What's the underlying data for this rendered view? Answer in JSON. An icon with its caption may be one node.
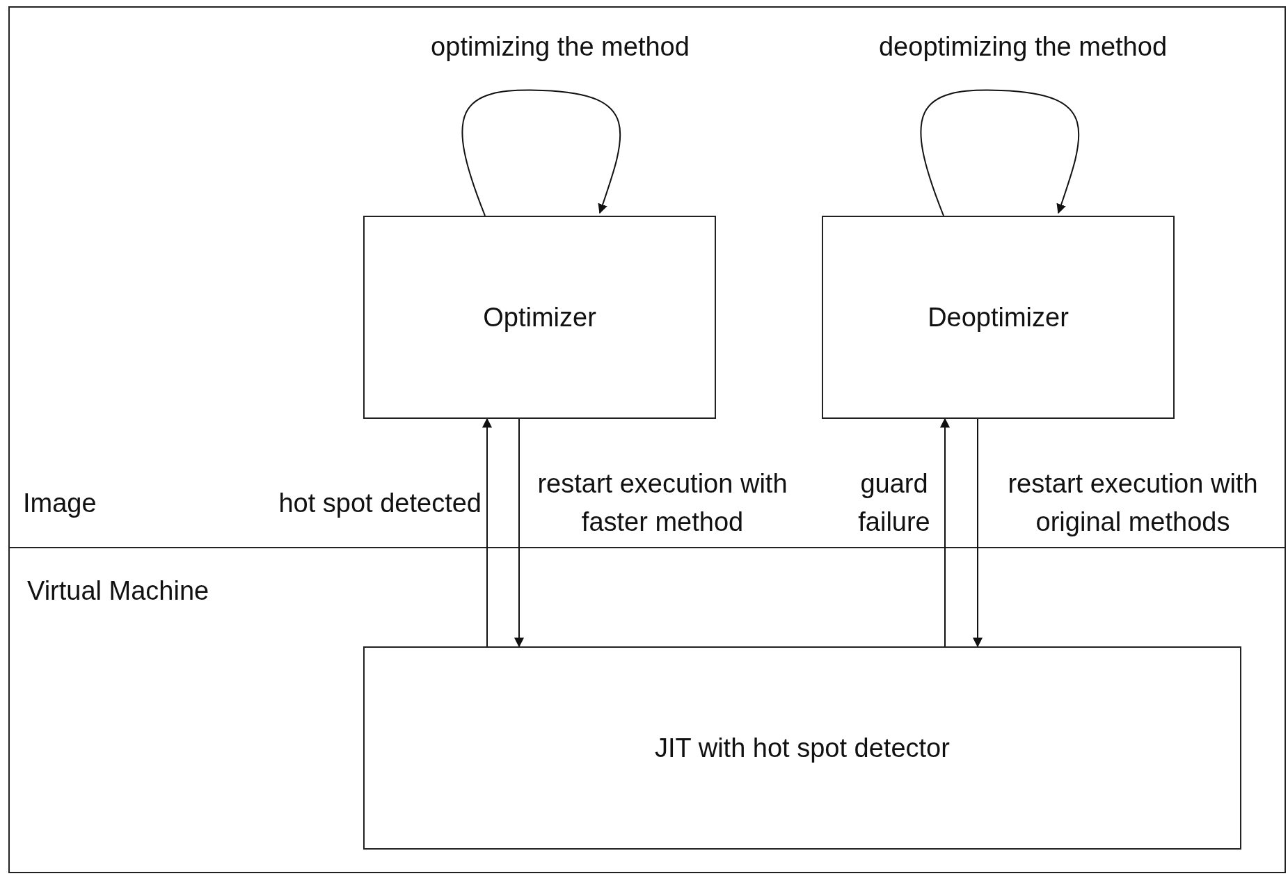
{
  "diagram": {
    "nodes": [
      {
        "text": [
          "Optimizer"
        ]
      },
      {
        "text": [
          "Deoptimizer"
        ]
      },
      {
        "text": [
          "JIT with hot spot detector"
        ]
      }
    ],
    "edges": [
      {
        "from": 0,
        "to": 0,
        "arrow": "to",
        "label": "optimizing the method"
      },
      {
        "from": 1,
        "to": 1,
        "arrow": "to",
        "label": "deoptimizing the method"
      },
      {
        "from": 2,
        "to": 0,
        "arrow": "to",
        "label": "hot spot detected"
      },
      {
        "from": 0,
        "to": 2,
        "arrow": "to",
        "label": "restart execution with faster method"
      },
      {
        "from": 2,
        "to": 1,
        "arrow": "to",
        "label": "guard failure"
      },
      {
        "from": 1,
        "to": 2,
        "arrow": "to",
        "label": "restart execution with original methods"
      }
    ],
    "labels": [
      "Image",
      "Virtual Machine"
    ]
  }
}
